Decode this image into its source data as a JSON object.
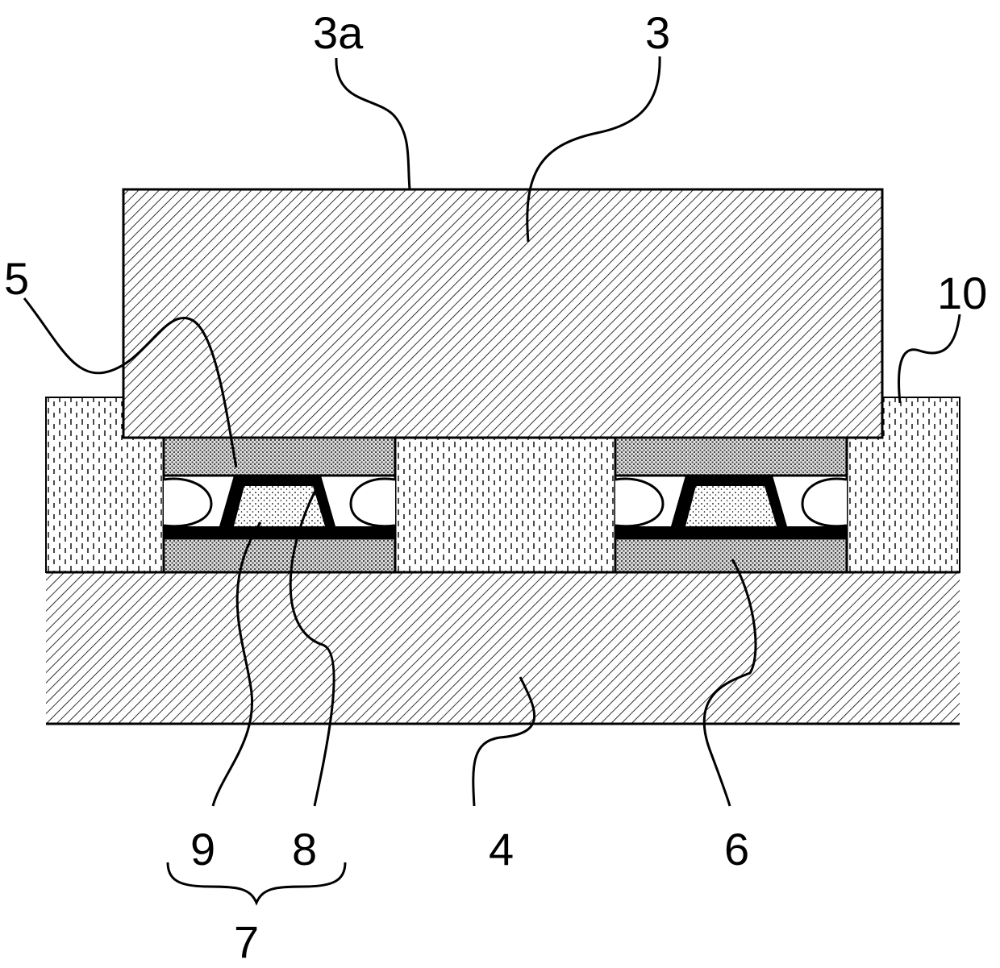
{
  "labels": {
    "chip_surface": "3a",
    "chip": "3",
    "bump_pad": "5",
    "underfill": "10",
    "core": "9",
    "shell": "8",
    "substrate": "4",
    "substrate_pad": "6",
    "particle": "7"
  },
  "colors": {
    "ink": "#000000",
    "background": "#ffffff"
  }
}
